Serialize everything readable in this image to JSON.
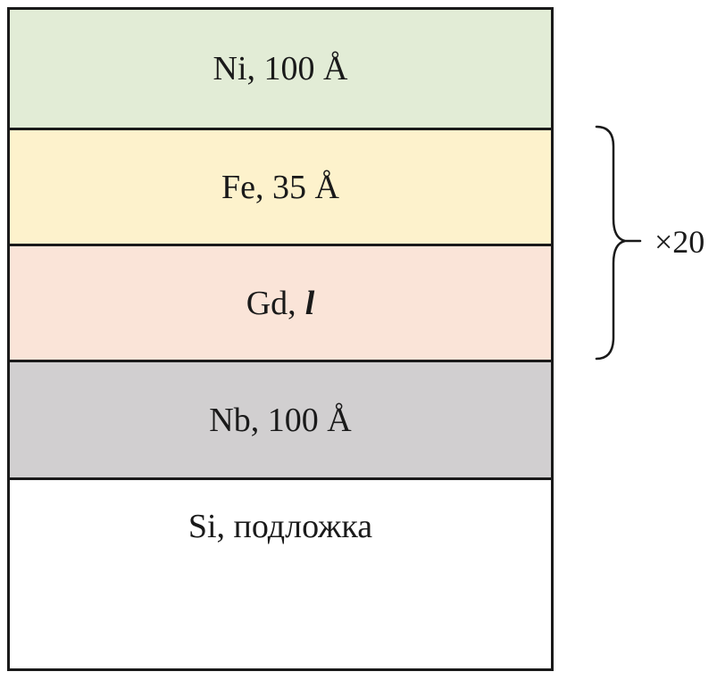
{
  "layers": [
    {
      "id": "ni",
      "label": "Ni, 100 Å",
      "color": "#e2ecd6"
    },
    {
      "id": "fe",
      "label": "Fe, 35 Å",
      "color": "#fdf2cc"
    },
    {
      "id": "gd",
      "label_prefix": "Gd,",
      "label_var": "l",
      "color": "#fae4d8"
    },
    {
      "id": "nb",
      "label": "Nb, 100 Å",
      "color": "#d1cfd0"
    },
    {
      "id": "si",
      "label": "Si, подложка",
      "color": "#ffffff"
    }
  ],
  "repeat": {
    "label": "×20",
    "applies_to": [
      "fe",
      "gd"
    ]
  }
}
